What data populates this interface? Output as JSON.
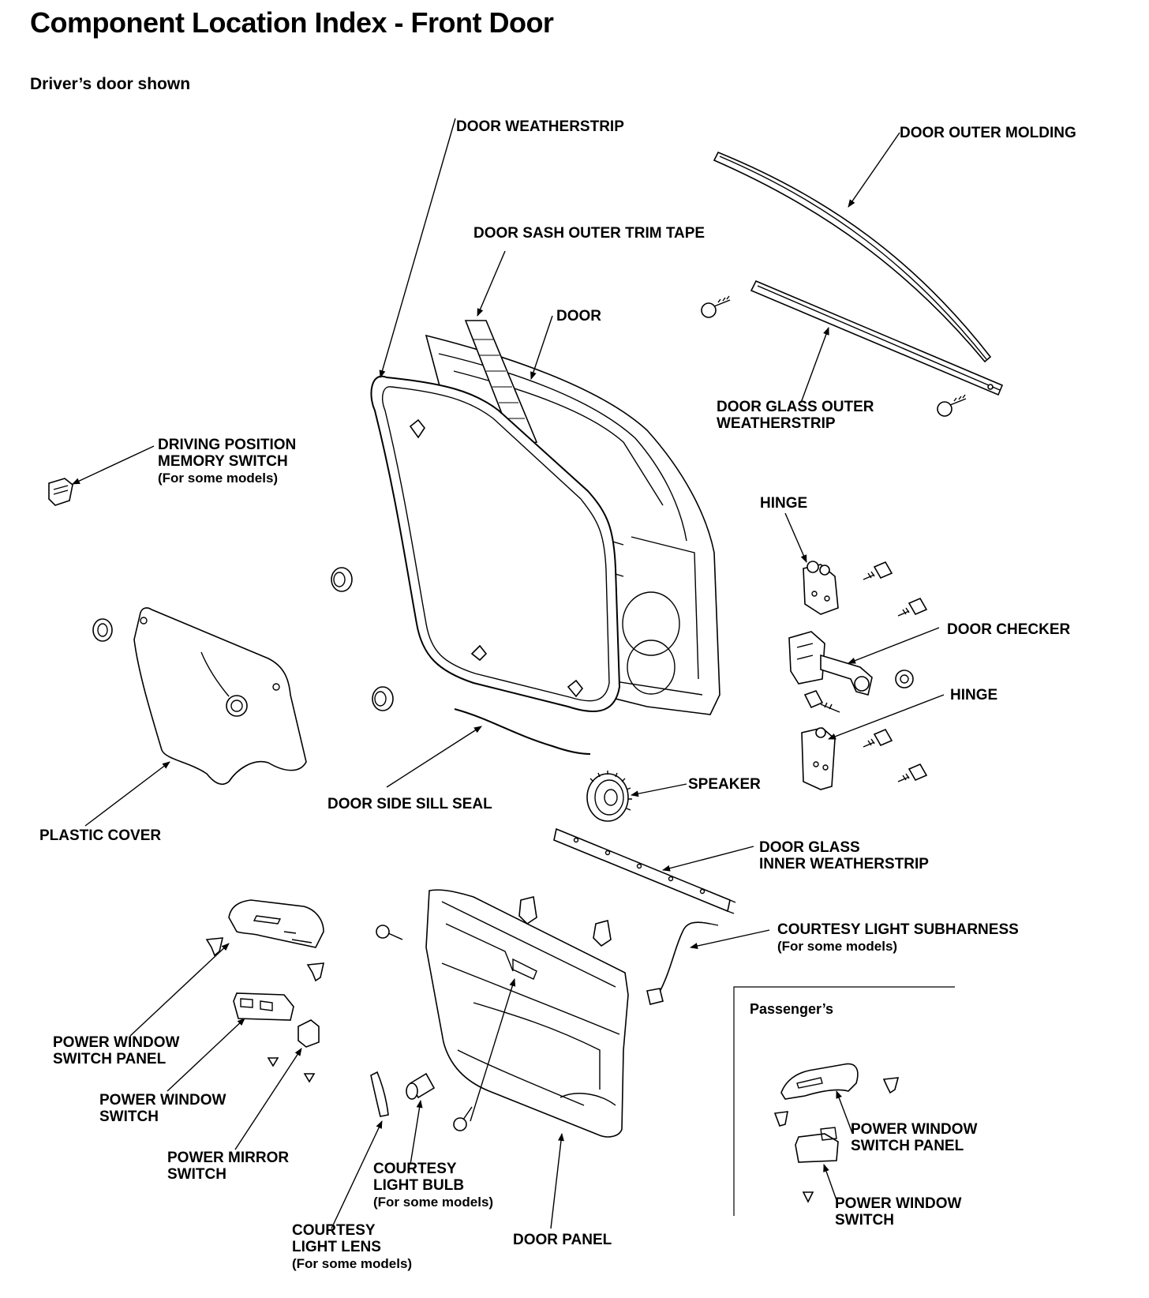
{
  "page": {
    "title": "Component Location Index - Front Door",
    "subtitle": "Driver’s door shown"
  },
  "labels": {
    "door_weatherstrip": "DOOR WEATHERSTRIP",
    "door_outer_molding": "DOOR OUTER MOLDING",
    "door_sash_outer_trim_tape": "DOOR SASH OUTER TRIM TAPE",
    "door": "DOOR",
    "door_glass_outer_weatherstrip": [
      "DOOR GLASS OUTER",
      "WEATHERSTRIP"
    ],
    "driving_position_memory_switch": [
      "DRIVING POSITION",
      "MEMORY SWITCH",
      "(For some models)"
    ],
    "hinge_upper": "HINGE",
    "door_checker": "DOOR CHECKER",
    "hinge_lower": "HINGE",
    "speaker": "SPEAKER",
    "door_side_sill_seal": "DOOR SIDE SILL SEAL",
    "plastic_cover": "PLASTIC COVER",
    "door_glass_inner_weatherstrip": [
      "DOOR GLASS",
      "INNER WEATHERSTRIP"
    ],
    "courtesy_light_subharness": [
      "COURTESY LIGHT SUBHARNESS",
      "(For some models)"
    ],
    "power_window_switch_panel": [
      "POWER WINDOW",
      "SWITCH PANEL"
    ],
    "power_window_switch": [
      "POWER WINDOW",
      "SWITCH"
    ],
    "power_mirror_switch": [
      "POWER MIRROR",
      "SWITCH"
    ],
    "courtesy_light_bulb": [
      "COURTESY",
      "LIGHT BULB",
      "(For some models)"
    ],
    "courtesy_light_lens": [
      "COURTESY",
      "LIGHT LENS",
      "(For some models)"
    ],
    "door_panel": "DOOR PANEL"
  },
  "passenger_inset": {
    "heading": "Passenger’s",
    "power_window_switch_panel": [
      "POWER WINDOW",
      "SWITCH PANEL"
    ],
    "power_window_switch": [
      "POWER WINDOW",
      "SWITCH"
    ]
  }
}
